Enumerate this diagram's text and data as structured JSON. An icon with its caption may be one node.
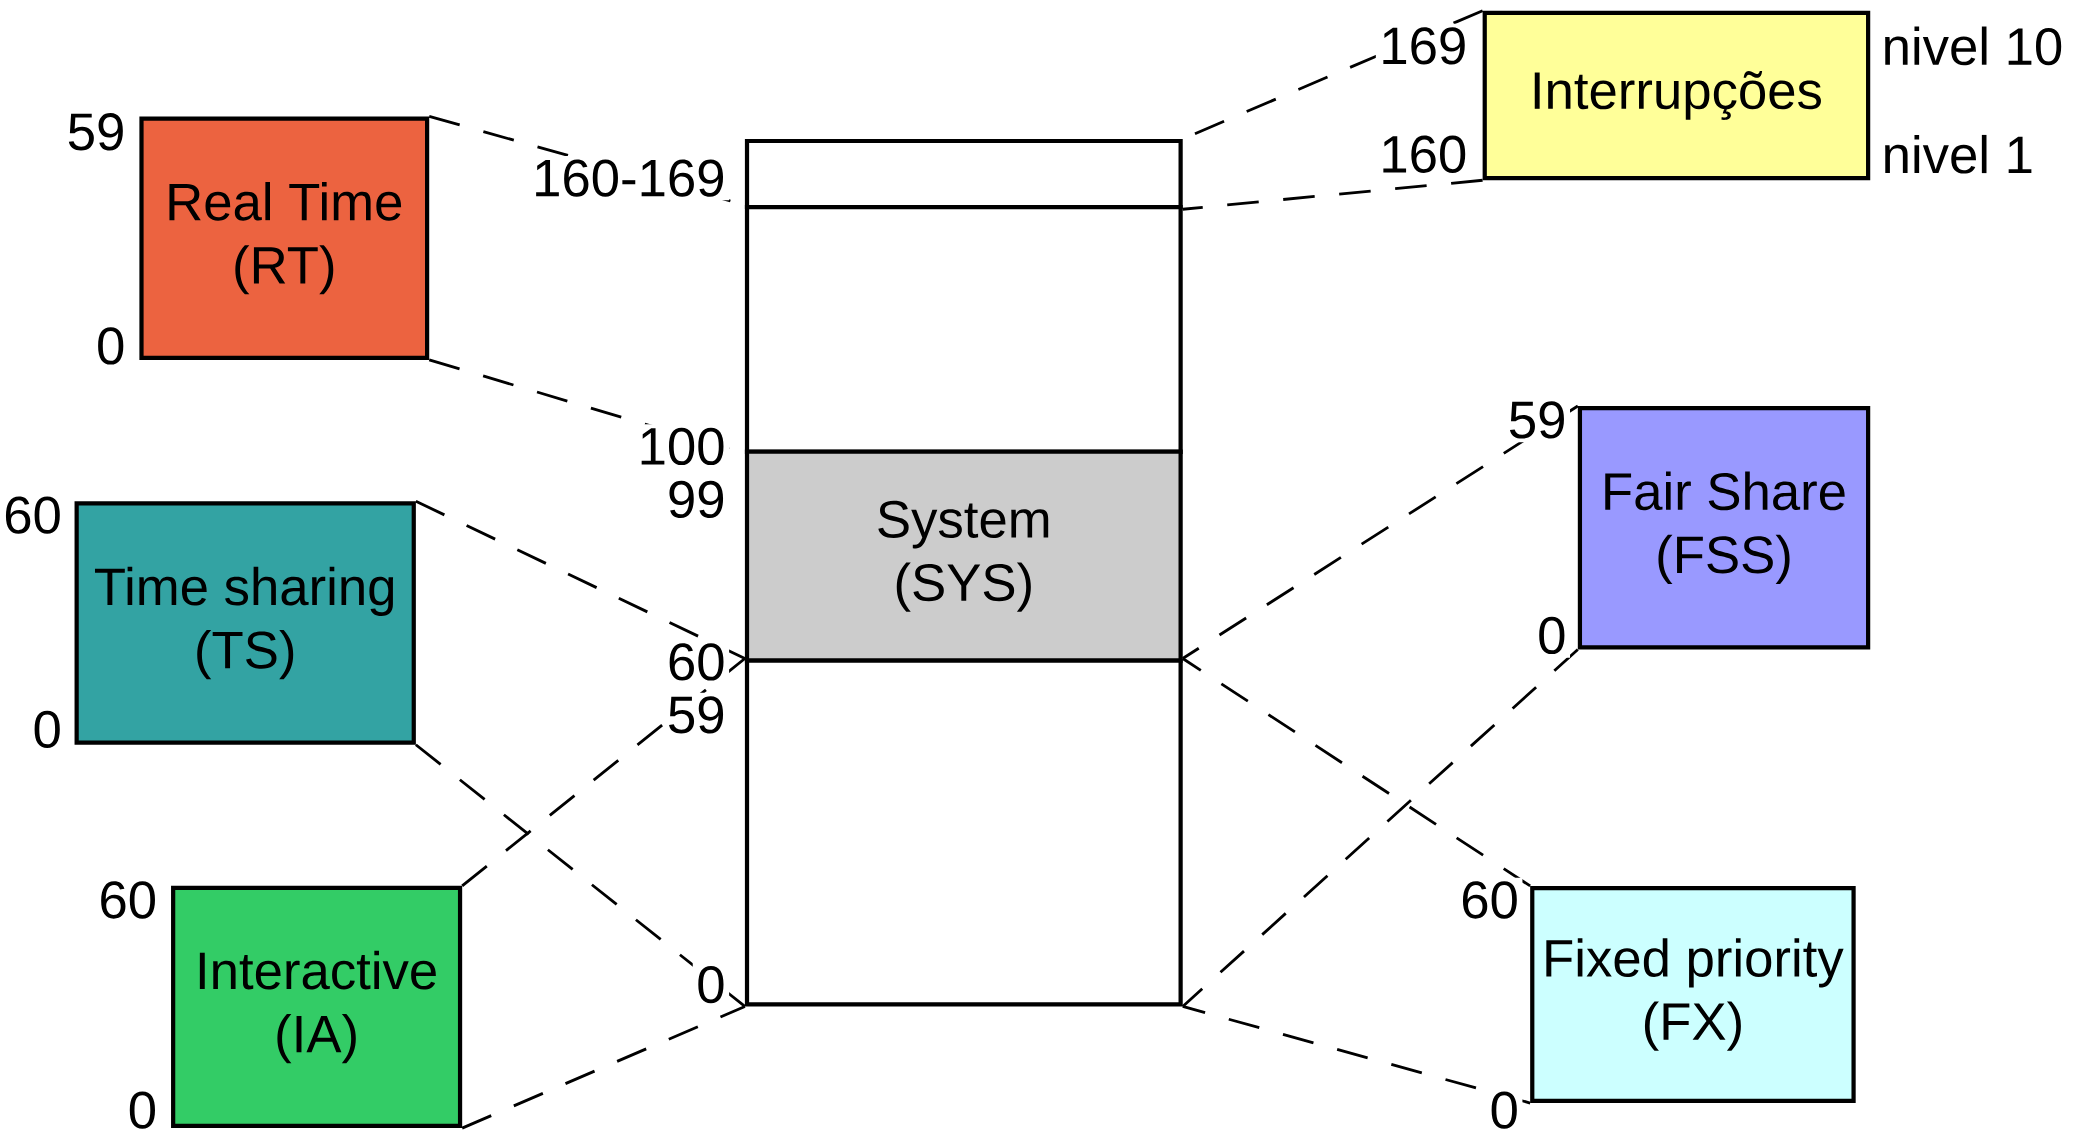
{
  "diagram": {
    "nodes": [
      {
        "text": [
          "Real Time (RT)"
        ],
        "beside": [
          "59",
          "0"
        ]
      },
      {
        "text": [
          "Time sharing (TS)"
        ],
        "beside": [
          "60",
          "0"
        ]
      },
      {
        "text": [
          "Interactive (IA)"
        ],
        "beside": [
          "60",
          "0"
        ]
      },
      {
        "text": [],
        "shape": "box"
      },
      {
        "text": [],
        "shape": "box"
      },
      {
        "text": [
          "System (SYS)"
        ]
      },
      {
        "text": [],
        "shape": "box"
      },
      {
        "text": [
          "Interrupções"
        ],
        "beside": [
          "169",
          "160",
          "nivel 10",
          "nivel 1"
        ]
      },
      {
        "text": [
          "Fair Share (FSS)"
        ],
        "beside": [
          "59",
          "0"
        ]
      },
      {
        "text": [
          "Fixed priority (FX)"
        ],
        "beside": [
          "60",
          "0"
        ]
      }
    ],
    "edges": [
      {
        "from": 0,
        "to": 4,
        "arrow": "none",
        "style": "dashed"
      },
      {
        "from": 0,
        "to": 4,
        "arrow": "none",
        "style": "dashed"
      },
      {
        "from": 1,
        "to": 6,
        "arrow": "none",
        "style": "dashed"
      },
      {
        "from": 1,
        "to": 6,
        "arrow": "none",
        "style": "dashed"
      },
      {
        "from": 2,
        "to": 6,
        "arrow": "none",
        "style": "dashed"
      },
      {
        "from": 2,
        "to": 6,
        "arrow": "none",
        "style": "dashed"
      },
      {
        "from": 7,
        "to": 3,
        "arrow": "none",
        "style": "dashed"
      },
      {
        "from": 7,
        "to": 3,
        "arrow": "none",
        "style": "dashed"
      },
      {
        "from": 8,
        "to": 6,
        "arrow": "none",
        "style": "dashed"
      },
      {
        "from": 8,
        "to": 6,
        "arrow": "none",
        "style": "dashed"
      },
      {
        "from": 9,
        "to": 6,
        "arrow": "none",
        "style": "dashed"
      },
      {
        "from": 9,
        "to": 6,
        "arrow": "none",
        "style": "dashed"
      }
    ],
    "labels": [
      "160-169",
      "100",
      "99",
      "60",
      "59",
      "0"
    ]
  }
}
